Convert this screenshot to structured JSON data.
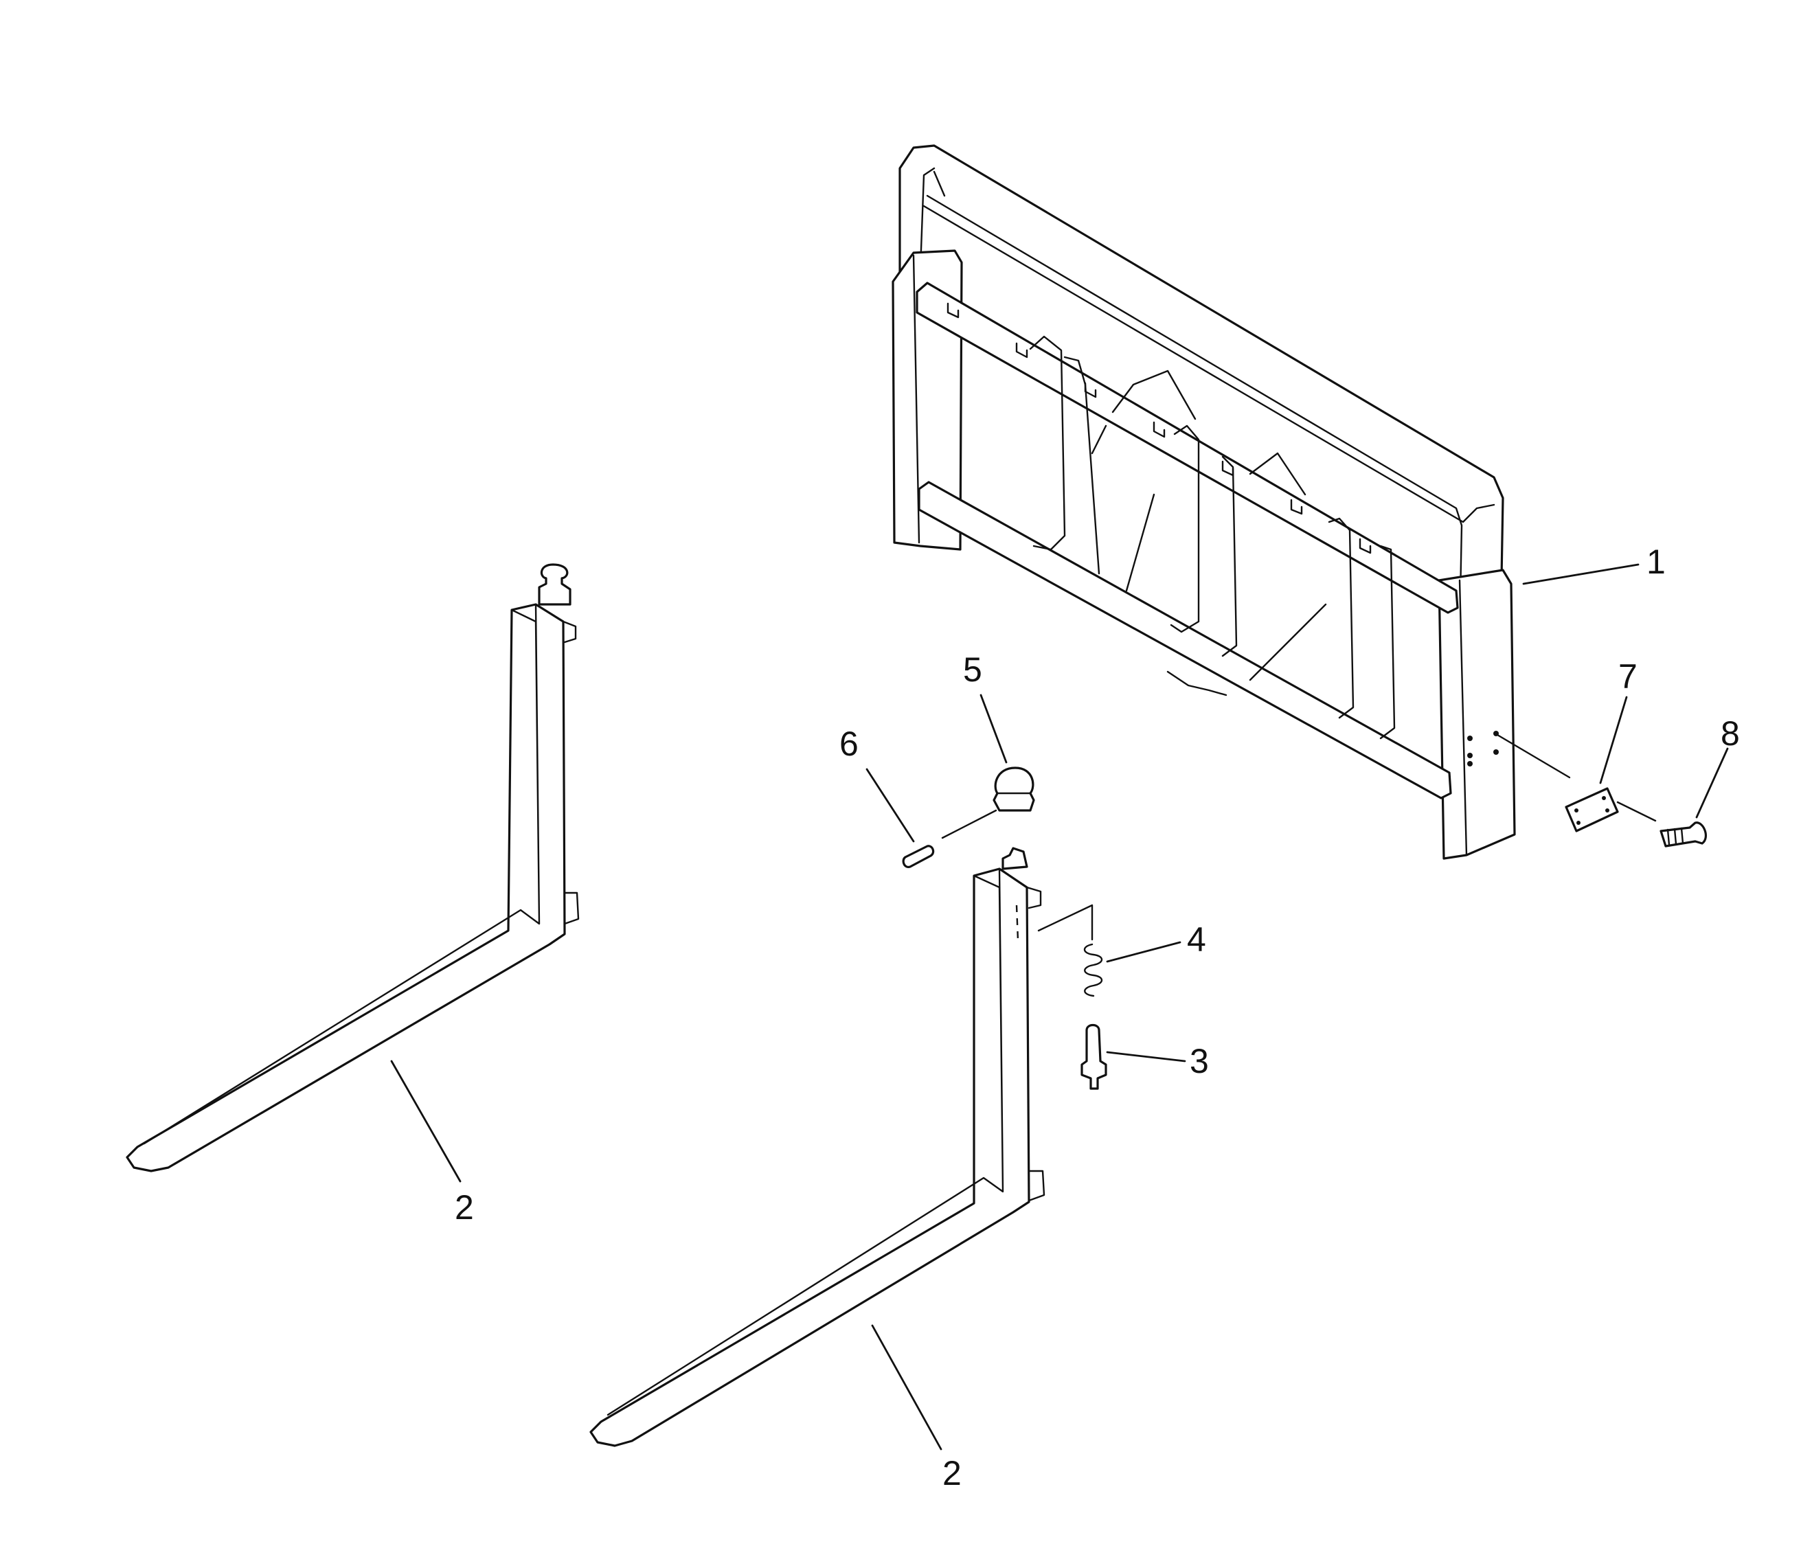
{
  "callouts": [
    {
      "id": "1",
      "label": "1",
      "part": "carriage"
    },
    {
      "id": "2a",
      "label": "2",
      "part": "fork"
    },
    {
      "id": "2b",
      "label": "2",
      "part": "fork"
    },
    {
      "id": "3",
      "label": "3",
      "part": "lock-pin"
    },
    {
      "id": "4",
      "label": "4",
      "part": "spring"
    },
    {
      "id": "5",
      "label": "5",
      "part": "knob"
    },
    {
      "id": "6",
      "label": "6",
      "part": "roll-pin"
    },
    {
      "id": "7",
      "label": "7",
      "part": "plate"
    },
    {
      "id": "8",
      "label": "8",
      "part": "bolt"
    }
  ]
}
